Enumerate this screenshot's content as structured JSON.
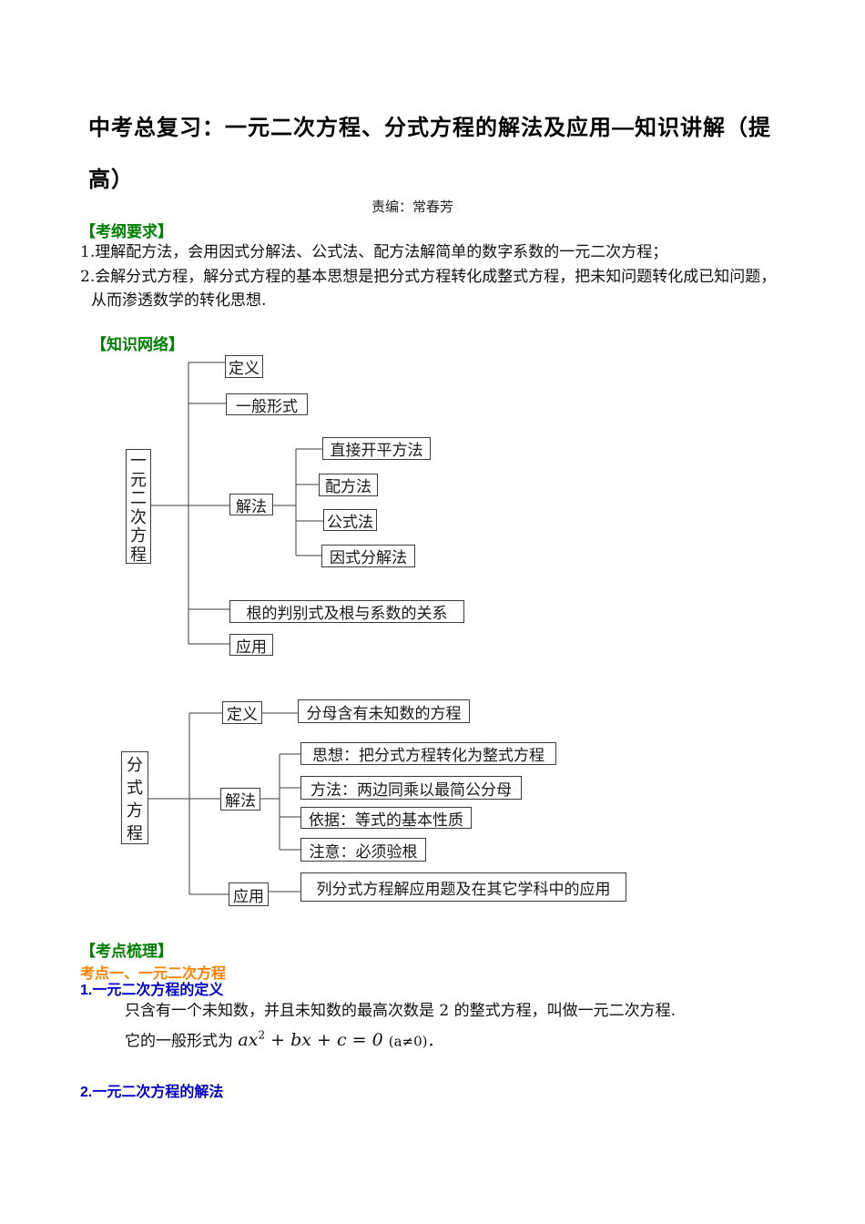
{
  "page": {
    "title": "中考总复习：一元二次方程、分式方程的解法及应用—知识讲解（提高）",
    "editor_line": "责编：常春芳"
  },
  "colors": {
    "heading_green": "#008000",
    "topic_orange": "#ff8000",
    "subheading_blue": "#0000cc",
    "diagram_line": "#3c3c3c"
  },
  "syllabus": {
    "heading": "【考纲要求】",
    "item1": "1.理解配方法，会用因式分解法、公式法、配方法解简单的数字系数的一元二次方程；",
    "item2": "2.会解分式方程，解分式方程的基本思想是把分式方程转化成整式方程，把未知问题转化成已知问题，",
    "item2_cont": "从而渗透数学的转化思想."
  },
  "network": {
    "heading": "【知识网络】",
    "diagram1": {
      "root": "一元二次方程",
      "definition": "定义",
      "general_form": "一般形式",
      "solving": "解法",
      "direct_sqrt": "直接开平方法",
      "completing_square": "配方法",
      "formula_method": "公式法",
      "factoring": "因式分解法",
      "discriminant": "根的判别式及根与系数的关系",
      "application": "应用"
    },
    "diagram2": {
      "root": "分式方程",
      "definition": "定义",
      "definition_desc": "分母含有未知数的方程",
      "solving": "解法",
      "idea": "思想：把分式方程转化为整式方程",
      "method": "方法：两边同乘以最简公分母",
      "basis": "依据：等式的基本性质",
      "note": "注意：必须验根",
      "application": "应用",
      "application_desc": "列分式方程解应用题及在其它学科中的应用"
    }
  },
  "review": {
    "heading": "【考点梳理】",
    "topic1": "考点一、一元二次方程",
    "sub1": "1.一元二次方程的定义",
    "def_text": "只含有一个未知数，并且未知数的最高次数是 2 的整式方程，叫做一元二次方程.",
    "formula_prefix": "它的一般形式为",
    "formula_base": "ax",
    "formula_sup": "2",
    "formula_rest": " + bx + c = 0 ",
    "formula_cond": "(a≠0)",
    "formula_end": "．",
    "sub2": "2.一元二次方程的解法"
  }
}
